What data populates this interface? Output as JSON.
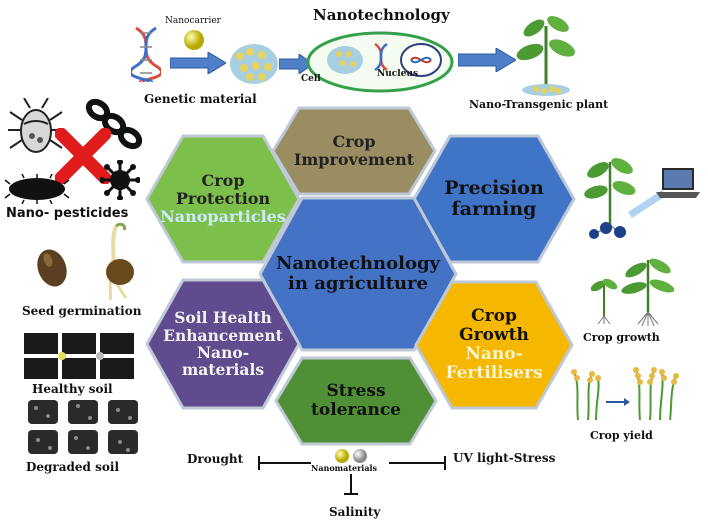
{
  "header": {
    "title": "Nanotechnology",
    "nanocarrier": "Nanocarrier",
    "genetic_material": "Genetic material",
    "cell": "Cell",
    "nucleus": "Nucleus",
    "nano_transgenic_plant": "Nano-Transgenic plant"
  },
  "center": {
    "line1": "Nanotechnology",
    "line2": "in agriculture"
  },
  "hexagons": {
    "crop_improvement": {
      "line1": "Crop",
      "line2": "Improvement",
      "color": "#9a8d62"
    },
    "crop_protection": {
      "line1": "Crop",
      "line2": "Protection",
      "line3": "Nanoparticles",
      "color": "#7cbf4a"
    },
    "precision_farming": {
      "line1": "Precision",
      "line2": "farming",
      "color": "#3f74c7"
    },
    "soil_health": {
      "line1": "Soil Health",
      "line2": "Enhancement",
      "line3": "Nano-",
      "line4": "materials",
      "color": "#5f4b8e"
    },
    "crop_growth": {
      "line1": "Crop",
      "line2": "Growth",
      "line3": "Nano-",
      "line4": "Fertilisers",
      "color": "#f5b700"
    },
    "stress_tolerance": {
      "line1": "Stress",
      "line2": "tolerance",
      "color": "#4f8f35"
    },
    "center_color": "#4472c4"
  },
  "left": {
    "nano_pesticides": "Nano- pesticides",
    "seed_germination": "Seed germination",
    "healthy_soil": "Healthy soil",
    "degraded_soil": "Degraded soil"
  },
  "right": {
    "crop_growth": "Crop growth",
    "crop_yield": "Crop yield"
  },
  "bottom": {
    "drought": "Drought",
    "nanomaterials": "Nanomaterials",
    "uv_stress": "UV light-Stress",
    "salinity": "Salinity"
  }
}
